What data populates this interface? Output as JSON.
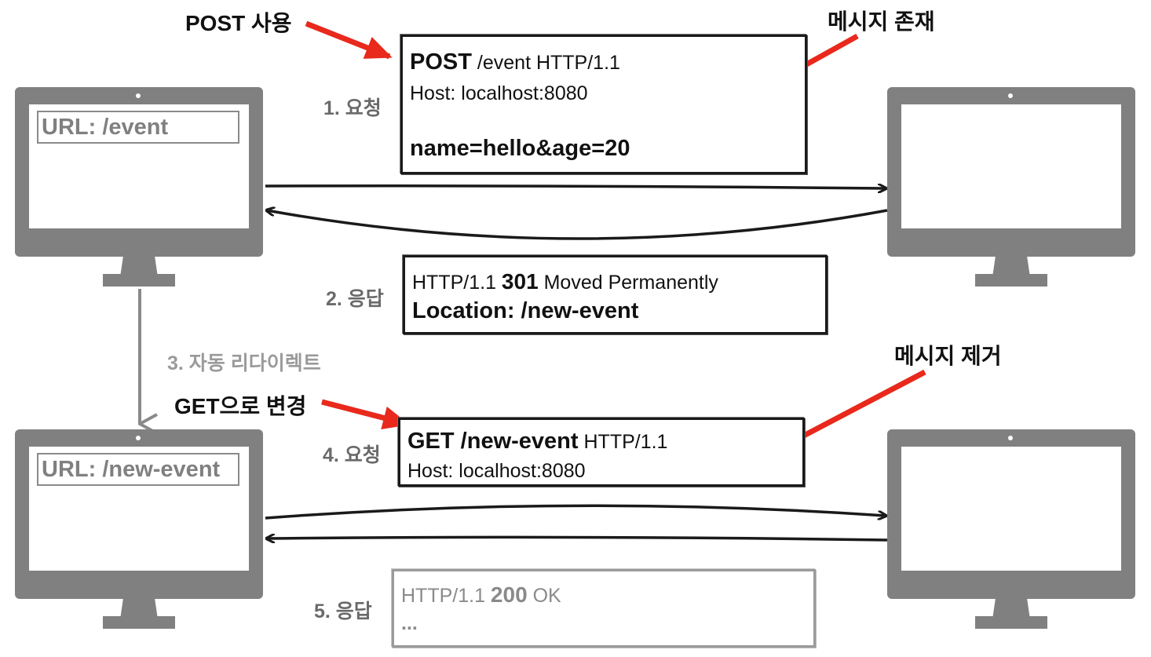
{
  "annotations": {
    "post_use": "POST 사용",
    "message_exists": "메시지 존재",
    "get_change": "GET으로 변경",
    "message_removed": "메시지 제거"
  },
  "steps": {
    "s1": "1. 요청",
    "s2": "2. 응답",
    "s3": "3. 자동 리다이렉트",
    "s4": "4. 요청",
    "s5": "5. 응답"
  },
  "clients": {
    "top_url": "URL: /event",
    "bottom_url": "URL: /new-event"
  },
  "request1": {
    "method": "POST",
    "path": " /event HTTP/1.1",
    "host": "Host: localhost:8080",
    "body": "name=hello&age=20"
  },
  "response1": {
    "version": "HTTP/1.1 ",
    "status": "301",
    "reason": " Moved Permanently",
    "location": "Location: /new-event"
  },
  "request2": {
    "method_path": "GET /new-event",
    "version": " HTTP/1.1",
    "host": "Host: localhost:8080"
  },
  "response2": {
    "version": "HTTP/1.1 ",
    "status": "200",
    "reason": " OK",
    "ellipsis": "..."
  },
  "colors": {
    "annotation_arrow": "#e8291c",
    "monitor": "#808080",
    "flow_arrow": "#1a1a1a",
    "redirect_arrow": "#8a8a8a"
  },
  "icons": [
    "monitor-icon",
    "arrow-right",
    "arrow-left",
    "arrow-down"
  ]
}
